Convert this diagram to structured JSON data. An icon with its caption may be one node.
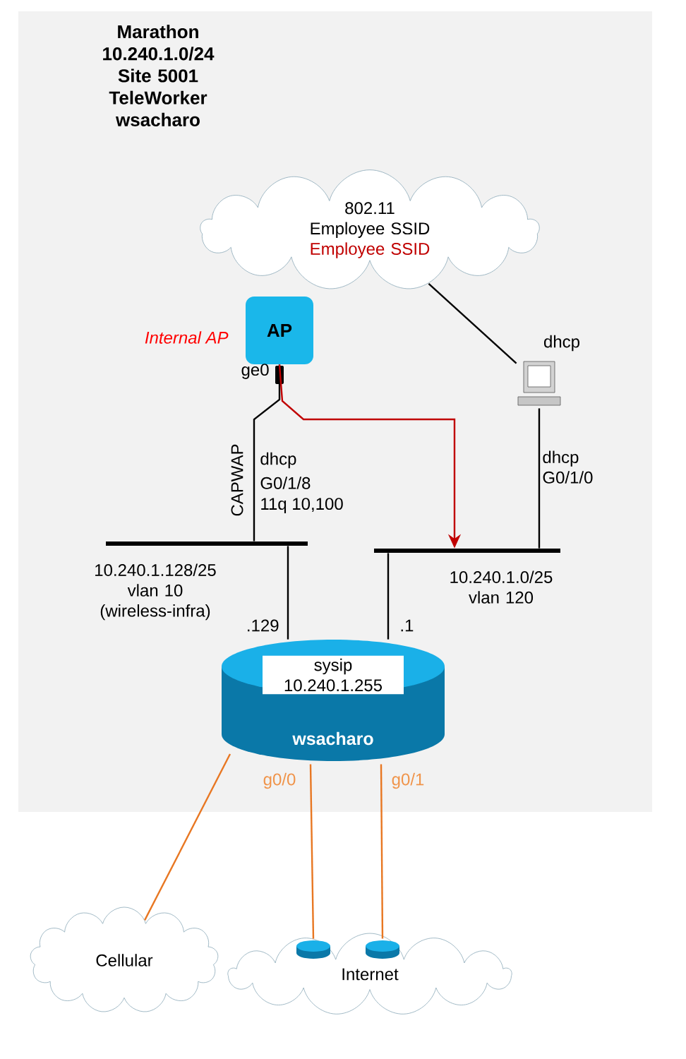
{
  "diagram": {
    "title": "Marathon 10.240.1.0/24 Site 5001 TeleWorker wsacharo",
    "nodes": [
      {
        "text": [
          "802.11 Employee SSID",
          "Employee SSID"
        ]
      },
      {
        "text": [
          "AP"
        ],
        "beside": [
          "Internal AP",
          "ge0"
        ]
      },
      {
        "text": [],
        "shape": "picture"
      },
      {
        "text": [],
        "shape": "bar",
        "beside": [
          "10.240.1.128/25 vlan 10 (wireless-infra)"
        ]
      },
      {
        "text": [],
        "shape": "bar",
        "beside": [
          "10.240.1.0/25 vlan 120"
        ]
      },
      {
        "text": [
          "sysip 10.240.1.255",
          "wsacharo"
        ]
      },
      {
        "text": [
          "Cellular"
        ]
      },
      {
        "text": [
          "Internet"
        ]
      },
      {
        "text": [],
        "shape": "cylinder",
        "in": 7
      },
      {
        "text": [],
        "shape": "cylinder",
        "in": 7
      }
    ],
    "edges": [
      {
        "from": 1,
        "to": 3,
        "arrow": "none",
        "label": "CAPWAP"
      },
      {
        "from": 1,
        "to": 4,
        "arrow": "to",
        "color": "#c00000"
      },
      {
        "from": 0,
        "to": 2,
        "arrow": "none",
        "label": "dhcp"
      },
      {
        "from": 2,
        "to": 4,
        "arrow": "none",
        "label": "dhcp G0/1/0"
      },
      {
        "from": 3,
        "to": 5,
        "arrow": "none",
        "label": ".129"
      },
      {
        "from": 4,
        "to": 5,
        "arrow": "none",
        "label": ".1"
      },
      {
        "from": 5,
        "to": 6,
        "arrow": "none",
        "color": "#e87722"
      },
      {
        "from": 5,
        "to": 8,
        "arrow": "none",
        "label": "g0/0",
        "color": "#e87722"
      },
      {
        "from": 5,
        "to": 9,
        "arrow": "none",
        "label": "g0/1",
        "color": "#e87722"
      }
    ],
    "labels": [
      "dhcp",
      "G0/1/8",
      "11q 10,100"
    ]
  }
}
